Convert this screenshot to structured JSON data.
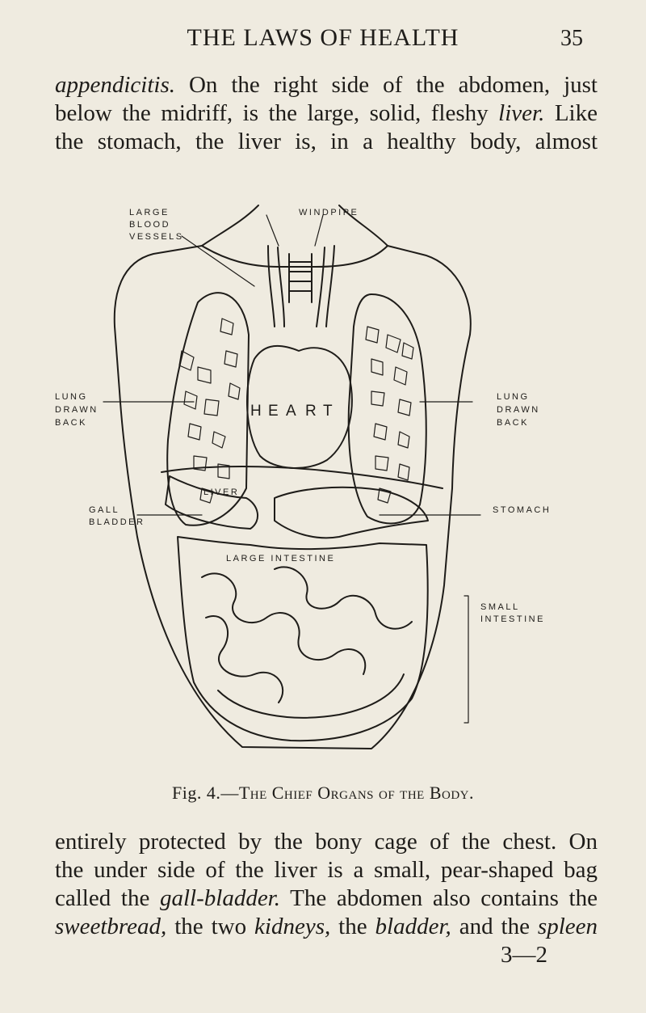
{
  "header": {
    "running_title": "THE LAWS OF HEALTH",
    "page_number": "35"
  },
  "para_top": {
    "l1_em": "appendicitis.",
    "l1_rest": " On the right side of the abdomen, just",
    "l2_a": "below the midriff, is the large, solid, fleshy ",
    "l2_em": "liver.",
    "l2_b": " Like",
    "l3": "the stomach, the liver is, in a healthy body, almost"
  },
  "figure": {
    "labels": {
      "large_blood_vessels": [
        "LARGE",
        "BLOOD",
        "VESSELS"
      ],
      "windpipe": "WINDPIPE",
      "lung_left": [
        "LUNG",
        "DRAWN",
        "BACK"
      ],
      "lung_right": [
        "LUNG",
        "DRAWN",
        "BACK"
      ],
      "gall_bladder": [
        "GALL",
        "BLADDER"
      ],
      "stomach": "STOMACH",
      "small_intestine": [
        "SMALL",
        "INTESTINE"
      ],
      "large_intestine": "LARGE INTESTINE",
      "heart": [
        "H",
        "E",
        "A",
        "R",
        "T"
      ],
      "liver": "LIVER"
    }
  },
  "caption": {
    "fig_number": "Fig. 4.",
    "dash": "—",
    "text": "The Chief Organs of the Body."
  },
  "para_bottom": {
    "l1": "entirely protected by the bony cage of the chest. On",
    "l2": "the under side of the liver is a small, pear-shaped bag",
    "l3_a": "called the ",
    "l3_em": "gall-bladder.",
    "l3_b": " The abdomen also contains the",
    "l4_em1": "sweetbread,",
    "l4_a": " the two ",
    "l4_em2": "kidneys,",
    "l4_b": " the ",
    "l4_em3": "bladder,",
    "l4_c": " and the ",
    "l4_em4": "spleen",
    "signature": "3—2"
  }
}
